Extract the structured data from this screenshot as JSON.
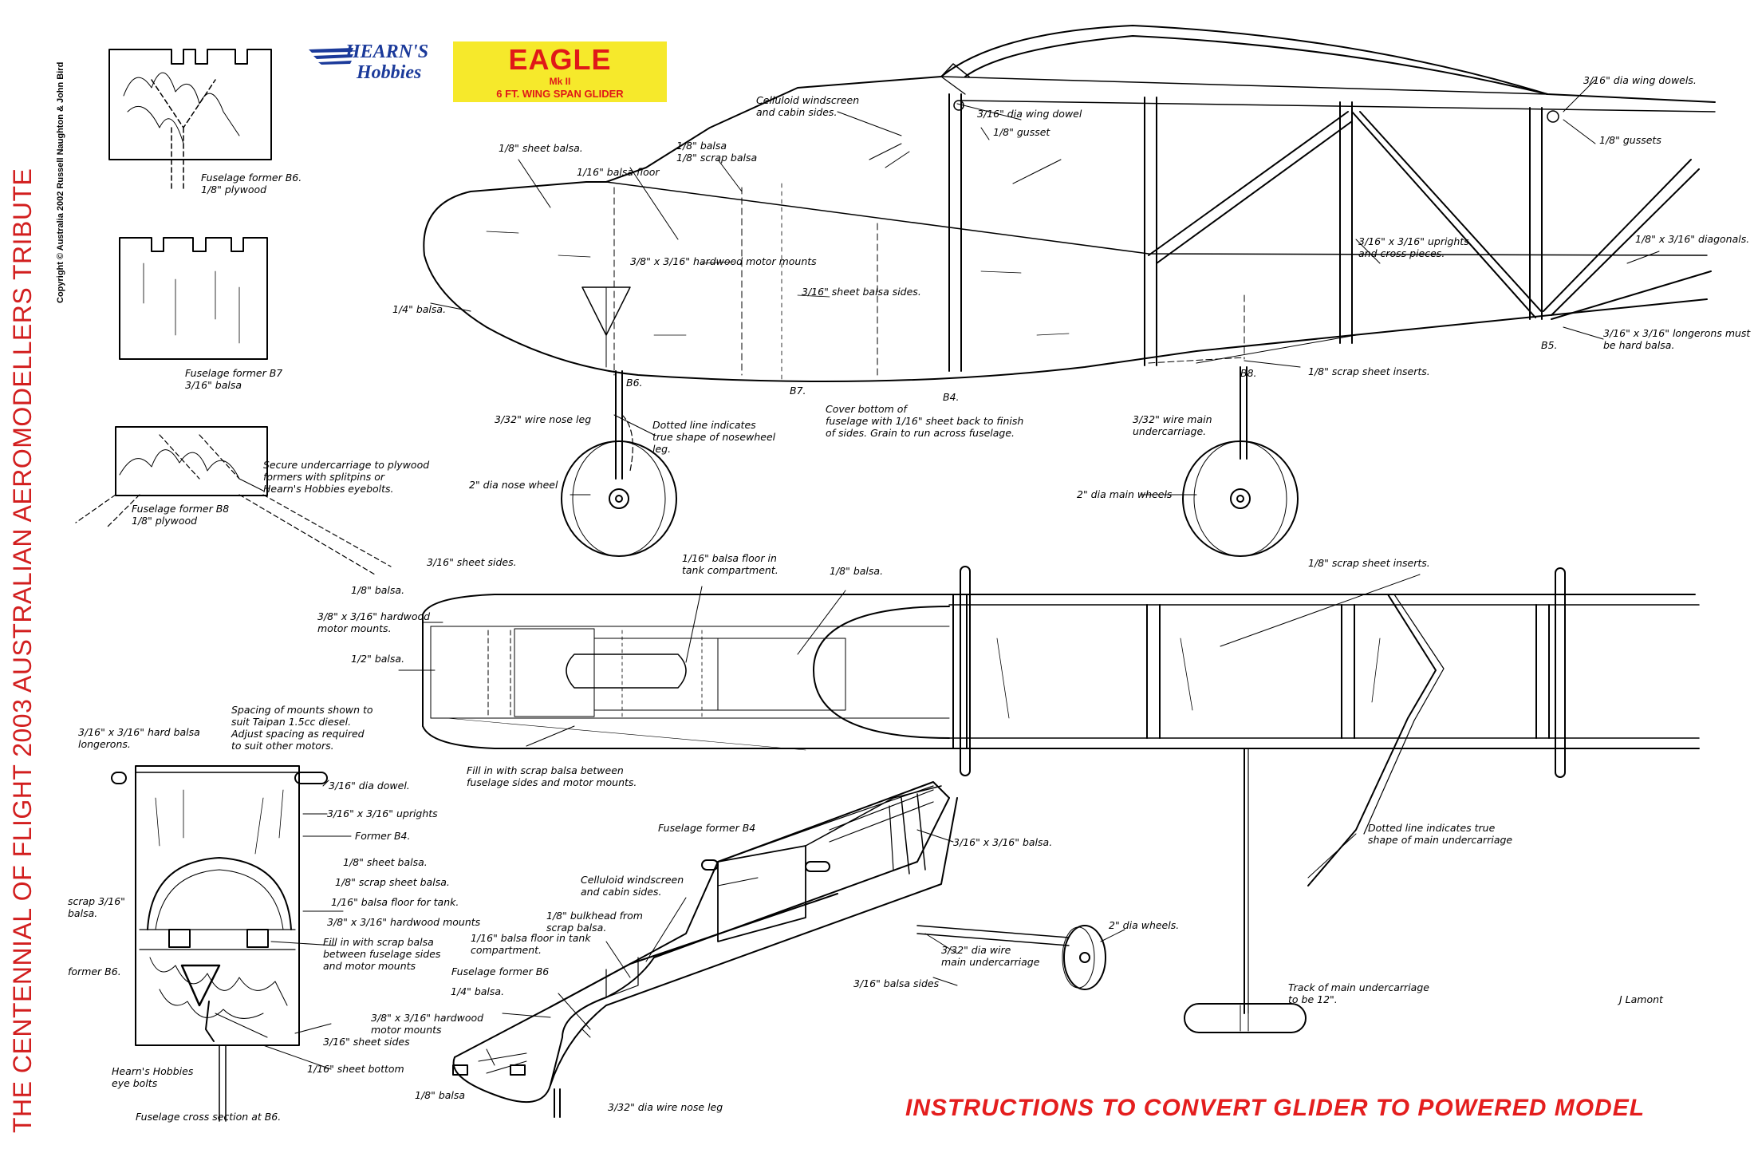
{
  "sidebar": {
    "title": "THE CENTENNIAL OF FLIGHT 2003 AUSTRALIAN AEROMODELLERS TRIBUTE",
    "copyright": "Copyright © Australia 2002 Russell Naughton & John Bird"
  },
  "brand": {
    "line1": "HEARN'S",
    "line2": "Hobbies"
  },
  "model": {
    "name": "EAGLE",
    "mark": "Mk II",
    "subtitle": "6 FT. WING SPAN GLIDER"
  },
  "footer": {
    "title": "INSTRUCTIONS TO CONVERT GLIDER TO POWERED MODEL",
    "signature": "J Lamont"
  },
  "colors": {
    "title_red": "#d21e1e",
    "brand_blue": "#1b3a9a",
    "badge_yellow": "#f6e92b"
  },
  "labels": {
    "former_b6": "Fuselage former B6.\n1/8\" plywood",
    "former_b7": "Fuselage former B7\n3/16\" balsa",
    "former_b8": "Fuselage former B8\n1/8\" plywood",
    "secure_uc": "Secure undercarriage to plywood\nformers with splitpins or\nHearn's Hobbies eyebolts.",
    "side_sheet_balsa": "1/8\" sheet balsa.",
    "side_balsa_floor": "1/16\" balsa floor",
    "side_balsa_scrap": "1/8\" balsa\n1/8\" scrap balsa",
    "side_windscreen": "Celluloid windscreen\nand cabin sides.",
    "side_wing_dowel": "3/16\" dia wing dowel",
    "side_gusset": "1/8\" gusset",
    "side_wing_dowels": "3/16\" dia wing dowels.",
    "side_gussets": "1/8\" gussets",
    "side_motor_mounts": "3/8\" x 3/16\" hardwood motor mounts",
    "side_uprights": "3/16\" x 3/16\" uprights\nand cross pieces.",
    "side_diagonals": "1/8\" x 3/16\" diagonals.",
    "side_sheet_sides": "3/16\" sheet balsa sides.",
    "side_nose_balsa": "1/4\" balsa.",
    "side_longerons": "3/16\" x 3/16\" longerons must\nbe hard balsa.",
    "side_scrap_inserts": "1/8\" scrap sheet inserts.",
    "side_nose_leg": "3/32\" wire nose leg",
    "side_dotted_nosewheel": "Dotted line indicates\ntrue shape of nosewheel\nleg.",
    "side_cover_bottom": "Cover bottom of\nfuselage with 1/16\" sheet back to finish\nof sides. Grain to run across fuselage.",
    "side_main_wire": "3/32\" wire main\nundercarriage.",
    "side_nose_wheel": "2\" dia nose wheel",
    "side_main_wheels": "2\" dia main wheels",
    "st_b6": "B6.",
    "st_b7": "B7.",
    "st_b4": "B4.",
    "st_b8": "B8.",
    "st_b5": "B5.",
    "top_sheet_sides": "3/16\" sheet sides.",
    "top_floor_tank": "1/16\" balsa floor in\ntank compartment.",
    "top_balsa": "1/8\" balsa.",
    "top_scrap_inserts": "1/8\" scrap sheet inserts.",
    "top_balsa_a": "1/8\" balsa.",
    "top_motor_mounts": "3/8\" x 3/16\" hardwood\nmotor mounts.",
    "top_half_balsa": "1/2\" balsa.",
    "top_spacing": "Spacing of mounts shown to\nsuit Taipan 1.5cc diesel.\nAdjust spacing as required\nto suit other motors.",
    "top_fillin": "Fill in with scrap balsa between\nfuselage sides and motor mounts.",
    "sec_longerons": "3/16\" x 3/16\" hard balsa\nlongerons.",
    "sec_dowel": "3/16\" dia dowel.",
    "sec_uprights": "3/16\" x 3/16\" uprights",
    "sec_former_b4": "Former B4.",
    "sec_sheet_balsa": "1/8\" sheet balsa.",
    "sec_scrap_sheet": "1/8\" scrap sheet balsa.",
    "sec_floor_tank": "1/16\" balsa floor for tank.",
    "sec_motor_mounts": "3/8\" x 3/16\" hardwood mounts",
    "sec_fillin": "Fill in with scrap balsa\nbetween fuselage sides\nand motor mounts",
    "sec_scrap_left": "scrap 3/16\"\nbalsa.",
    "sec_former_b6": "former B6.",
    "sec_sheet_sides": "3/16\" sheet sides",
    "sec_sheet_bottom": "1/16\" sheet bottom",
    "sec_eyebolts": "Hearn's Hobbies\neye bolts",
    "sec_caption": "Fuselage cross section at B6.",
    "iso_former_b4": "Fuselage former B4",
    "iso_windscreen": "Celluloid windscreen\nand cabin sides.",
    "iso_bulkhead": "1/8\" bulkhead from\nscrap balsa.",
    "iso_floor_tank": "1/16\" balsa floor in tank\ncompartment.",
    "iso_former_b6": "Fuselage former B6",
    "iso_quarter_balsa": "1/4\" balsa.",
    "iso_motor_mounts": "3/8\" x 3/16\" hardwood\nmotor mounts",
    "iso_eighth_balsa": "1/8\" balsa",
    "iso_nose_leg": "3/32\" dia wire nose leg",
    "iso_balsa_sides": "3/16\" balsa sides",
    "iso_uc_wire": "3/32\" dia wire\nmain undercarriage",
    "iso_wheels": "2\" dia wheels.",
    "iso_uprights": "3/16\" x 3/16\" balsa.",
    "iso_dotted_main": "Dotted line indicates true\nshape of main undercarriage",
    "iso_track": "Track of main undercarriage\nto be 12\"."
  }
}
